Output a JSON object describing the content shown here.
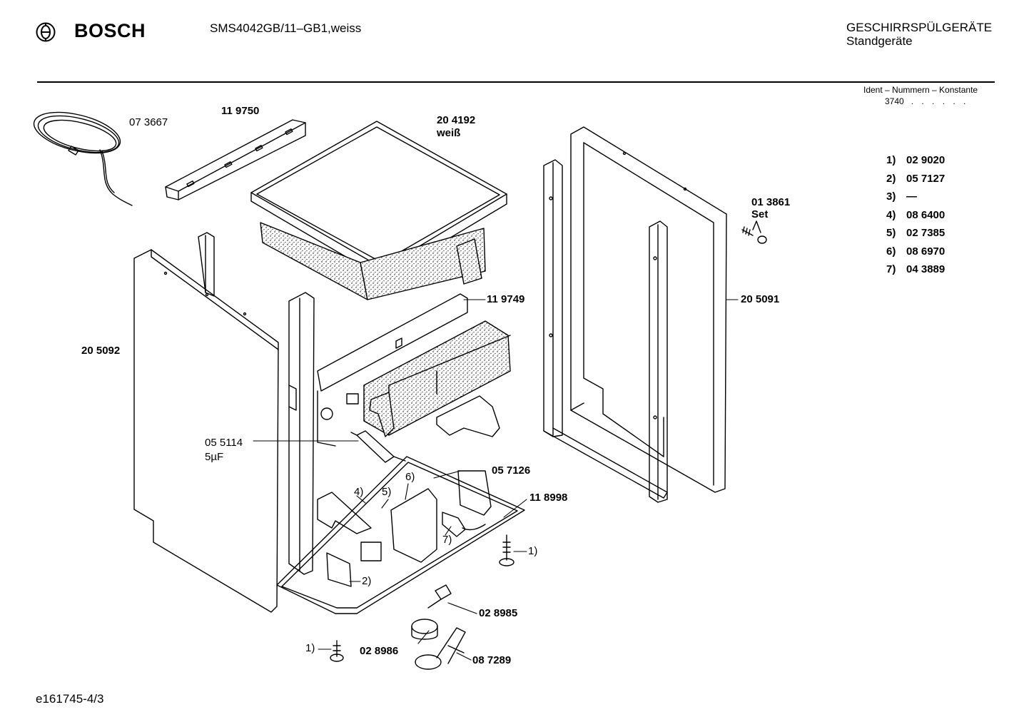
{
  "header": {
    "brand": "BOSCH",
    "model": "SMS4042GB/11–GB1,weiss",
    "category_line1": "GESCHIRRSPÜLGERÄTE",
    "category_line2": "Standgeräte",
    "ident_label": "Ident – Nummern – Konstante",
    "ident_value": "3740"
  },
  "parts": {
    "power_cord": "07 3667",
    "rail_top": "11 9750",
    "worktop": "20 4192",
    "worktop_color": "weiß",
    "screw_set_num": "01 3861",
    "screw_set_word": "Set",
    "rear_panel": "11 9749",
    "side_panel_right": "20 5091",
    "side_panel_left": "20 5092",
    "capacitor": "05 5114",
    "capacitor_value": "5µF",
    "bracket": "05 7126",
    "base_plate": "11 8998",
    "sensor": "02 8985",
    "float": "02 8986",
    "float_assembly": "08 7289",
    "callout_1_right": "1)",
    "callout_1_left": "1)",
    "callout_2": "2)",
    "callout_4": "4)",
    "callout_5": "5)",
    "callout_6": "6)",
    "callout_7": "7)"
  },
  "legend": [
    {
      "key": "1)",
      "value": "02 9020"
    },
    {
      "key": "2)",
      "value": "05 7127"
    },
    {
      "key": "3)",
      "value": "—"
    },
    {
      "key": "4)",
      "value": "08 6400"
    },
    {
      "key": "5)",
      "value": "02 7385"
    },
    {
      "key": "6)",
      "value": "08 6970"
    },
    {
      "key": "7)",
      "value": "04 3889"
    }
  ],
  "footer": {
    "code": "e161745-4/3"
  }
}
